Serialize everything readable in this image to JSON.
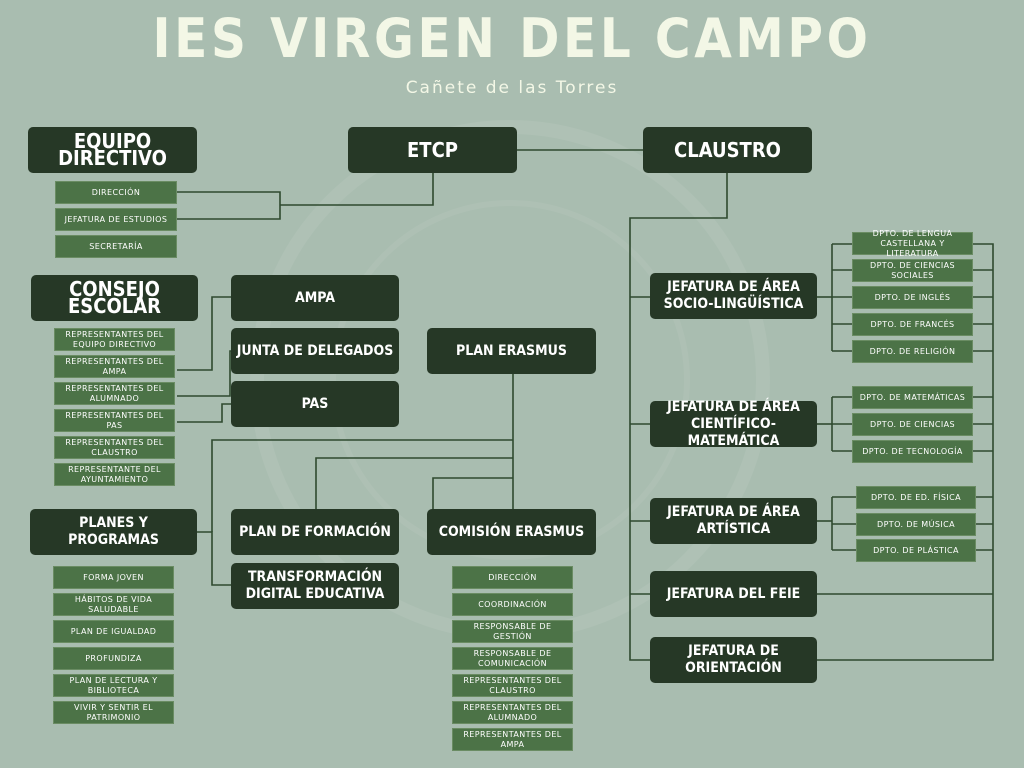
{
  "header": {
    "title": "IES VIRGEN DEL CAMPO",
    "subtitle": "Cañete de las Torres"
  },
  "main_nodes": {
    "equipo_directivo": "EQUIPO DIRECTIVO",
    "etcp": "ETCP",
    "claustro": "CLAUSTRO",
    "consejo_escolar": "CONSEJO ESCOLAR",
    "ampa": "AMPA",
    "junta_delegados": "JUNTA DE DELEGADOS",
    "pas": "PAS",
    "plan_erasmus": "PLAN ERASMUS",
    "planes_programas": "PLANES Y PROGRAMAS",
    "plan_formacion": "PLAN DE FORMACIÓN",
    "transformacion": "TRANSFORMACIÓN DIGITAL EDUCATIVA",
    "comision_erasmus": "COMISIÓN ERASMUS"
  },
  "equipo_directivo_items": [
    "DIRECCIÓN",
    "JEFATURA DE ESTUDIOS",
    "SECRETARÍA"
  ],
  "consejo_escolar_items": [
    "REPRESENTANTES DEL EQUIPO DIRECTIVO",
    "REPRESENTANTES DEL AMPA",
    "REPRESENTANTES DEL ALUMNADO",
    "REPRESENTANTES DEL PAS",
    "REPRESENTANTES DEL CLAUSTRO",
    "REPRESENTANTE DEL AYUNTAMIENTO"
  ],
  "planes_items": [
    "FORMA JOVEN",
    "HÁBITOS DE VIDA SALUDABLE",
    "PLAN DE IGUALDAD",
    "PROFUNDIZA",
    "PLAN DE LECTURA Y BIBLIOTECA",
    "VIVIR Y SENTIR EL PATRIMONIO"
  ],
  "comision_items": [
    "DIRECCIÓN",
    "COORDINACIÓN",
    "RESPONSABLE DE GESTIÓN",
    "RESPONSABLE DE COMUNICACIÓN",
    "REPRESENTANTES DEL CLAUSTRO",
    "REPRESENTANTES DEL ALUMNADO",
    "REPRESENTANTES DEL AMPA"
  ],
  "jefaturas": {
    "socio": "JEFATURA DE ÁREA SOCIO-LINGÜÍSTICA",
    "cientifico": "JEFATURA DE ÁREA CIENTÍFICO-MATEMÁTICA",
    "artistica": "JEFATURA DE ÁREA ARTÍSTICA",
    "feie": "JEFATURA DEL FEIE",
    "orientacion": "JEFATURA DE ORIENTACIÓN"
  },
  "socio_items": [
    "DPTO. DE LENGUA CASTELLANA Y LITERATURA",
    "DPTO. DE CIENCIAS SOCIALES",
    "DPTO. DE INGLÉS",
    "DPTO. DE FRANCÉS",
    "DPTO. DE RELIGIÓN"
  ],
  "cientifico_items": [
    "DPTO. DE MATEMÁTICAS",
    "DPTO. DE CIENCIAS",
    "DPTO. DE TECNOLOGÍA"
  ],
  "artistica_items": [
    "DPTO. DE ED. FÍSICA",
    "DPTO. DE MÚSICA",
    "DPTO. DE PLÁSTICA"
  ]
}
